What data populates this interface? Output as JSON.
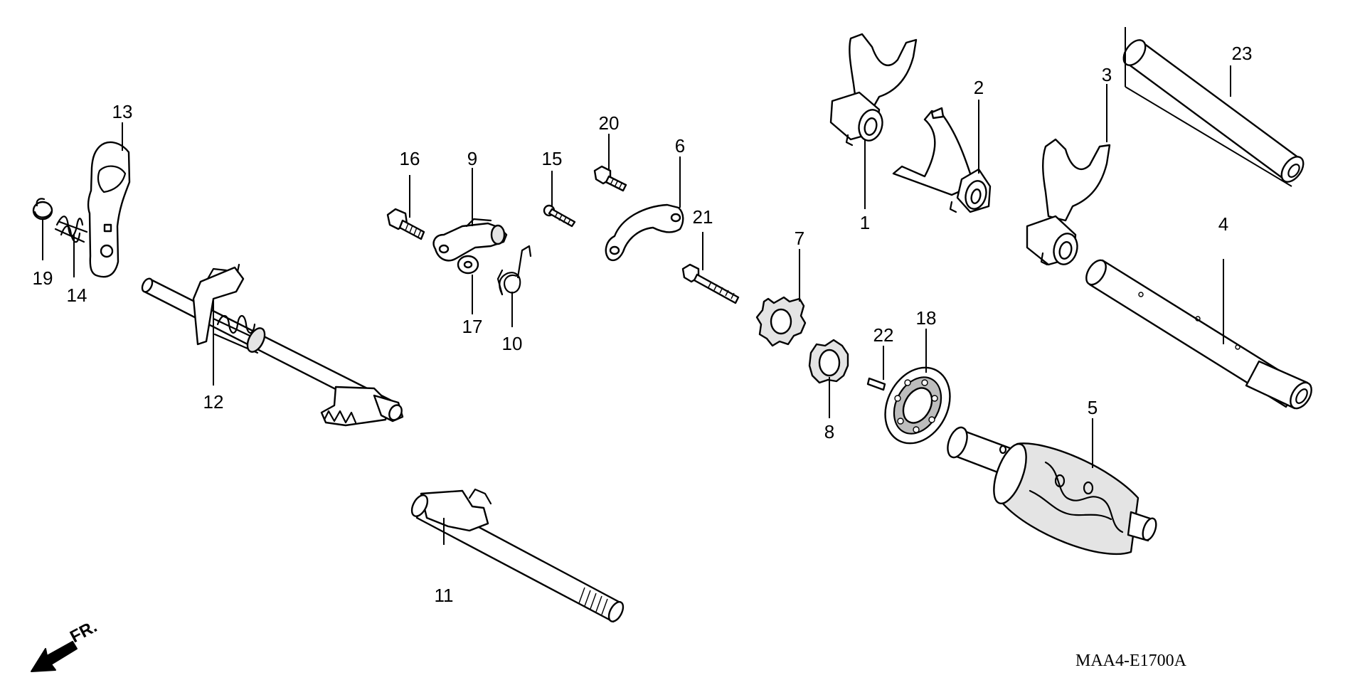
{
  "diagram_code": "MAA4-E1700A",
  "front_indicator": "FR.",
  "parts": [
    {
      "id": "p1",
      "label": "1",
      "name": "shift-fork"
    },
    {
      "id": "p2",
      "label": "2",
      "name": "shift-fork"
    },
    {
      "id": "p3",
      "label": "3",
      "name": "shift-fork"
    },
    {
      "id": "p4",
      "label": "4",
      "name": "shift-fork-shaft"
    },
    {
      "id": "p5",
      "label": "5",
      "name": "shift-drum"
    },
    {
      "id": "p6",
      "label": "6",
      "name": "bearing-set-plate"
    },
    {
      "id": "p7",
      "label": "7",
      "name": "drum-center"
    },
    {
      "id": "p8",
      "label": "8",
      "name": "shift-drum-center"
    },
    {
      "id": "p9",
      "label": "9",
      "name": "stopper-arm"
    },
    {
      "id": "p10",
      "label": "10",
      "name": "stopper-arm-spring"
    },
    {
      "id": "p11",
      "label": "11",
      "name": "gearshift-spindle"
    },
    {
      "id": "p12",
      "label": "12",
      "name": "gearshift-spindle-assembly"
    },
    {
      "id": "p13",
      "label": "13",
      "name": "shift-plate"
    },
    {
      "id": "p14",
      "label": "14",
      "name": "return-spring"
    },
    {
      "id": "p15",
      "label": "15",
      "name": "screw"
    },
    {
      "id": "p16",
      "label": "16",
      "name": "flange-bolt"
    },
    {
      "id": "p17",
      "label": "17",
      "name": "washer"
    },
    {
      "id": "p18",
      "label": "18",
      "name": "radial-ball-bearing"
    },
    {
      "id": "p19",
      "label": "19",
      "name": "collar"
    },
    {
      "id": "p20",
      "label": "20",
      "name": "flange-bolt"
    },
    {
      "id": "p21",
      "label": "21",
      "name": "bolt"
    },
    {
      "id": "p22",
      "label": "22",
      "name": "dowel-pin"
    },
    {
      "id": "p23",
      "label": "23",
      "name": "fork-shaft"
    }
  ]
}
